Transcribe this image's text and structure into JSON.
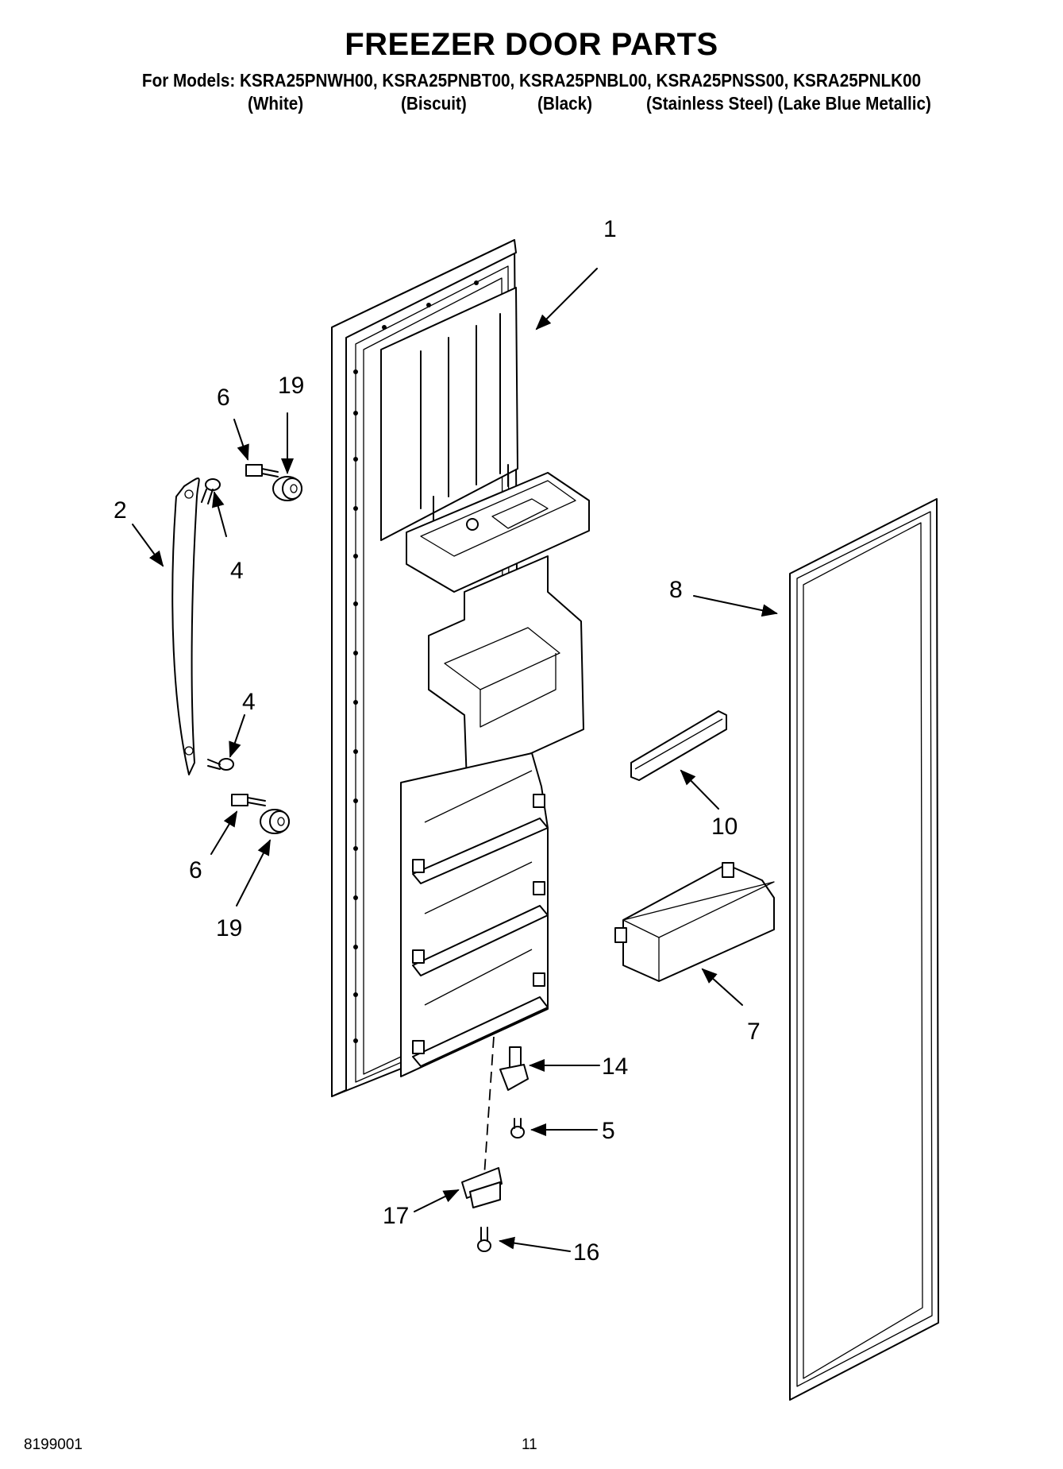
{
  "header": {
    "title": "FREEZER DOOR PARTS",
    "models_line": "For Models: KSRA25PNWH00, KSRA25PNBT00, KSRA25PNBL00, KSRA25PNSS00, KSRA25PNLK00",
    "colors": [
      "(White)",
      "(Biscuit)",
      "(Black)",
      "(Stainless Steel) (Lake Blue Metallic)"
    ]
  },
  "callouts": {
    "door": "1",
    "handle": "2",
    "handle_screw_top": "4",
    "handle_screw_bottom": "4",
    "stud_top": "6",
    "stud_bottom": "6",
    "spacer_top": "19",
    "spacer_bottom": "19",
    "gasket": "8",
    "shelf_retainer": "10",
    "door_bin": "7",
    "hinge_pin": "14",
    "hinge_screw": "5",
    "hinge_bracket": "17",
    "bracket_screw": "16"
  },
  "footer": {
    "doc_number": "8199001",
    "page_number": "11"
  }
}
